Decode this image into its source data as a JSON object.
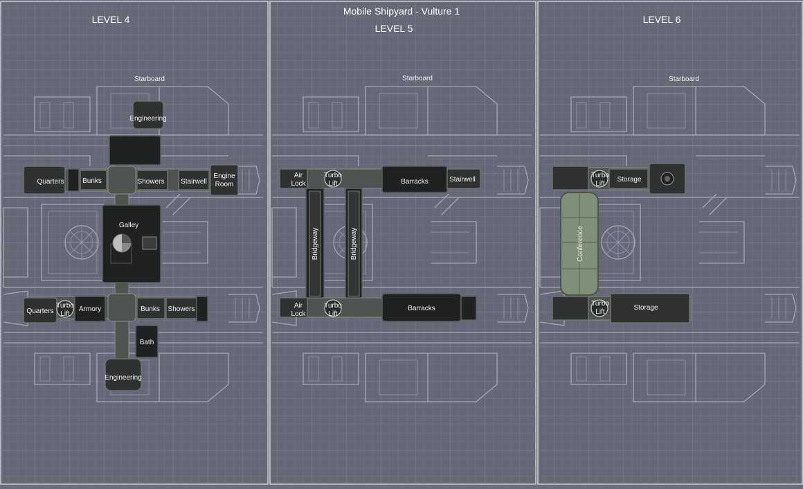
{
  "main_title": "Mobile Shipyard - Vulture 1",
  "colors": {
    "background": "#666777",
    "grid": "#7b7c8b",
    "ship_outline": "#a7a9b4",
    "room_fill": "#2f3231",
    "conference_fill": "#7f8f78",
    "label": "#f3f3f3"
  },
  "levels": [
    {
      "title": "LEVEL 4",
      "orientation_label": "Starboard",
      "rooms": {
        "engineering_top": "Engineering",
        "quarters_top": "Quarters",
        "bunks_top": "Bunks",
        "showers_top": "Showers",
        "stairwell": "Stairwell",
        "engine_room": [
          "Engine",
          "Room"
        ],
        "galley": "Galley",
        "quarters_bottom": "Quarters",
        "turbo_lift": [
          "Turbo",
          "Lift"
        ],
        "armory": "Armory",
        "bunks_bottom": "Bunks",
        "showers_bottom": "Showers",
        "bath": "Bath",
        "engineering_bottom": "Engineering"
      }
    },
    {
      "title": "LEVEL 5",
      "orientation_label": "Starboard",
      "rooms": {
        "air_lock_top": [
          "Air",
          "Lock"
        ],
        "turbo_lift_top": [
          "Turbo",
          "Lift"
        ],
        "barracks_top": "Barracks",
        "stairwell": "Stairwell",
        "bridgeway_left": "Bridgeway",
        "bridgeway_right": "Bridgeway",
        "air_lock_bottom": [
          "Air",
          "Lock"
        ],
        "turbo_lift_bottom": [
          "Turbo",
          "Lift"
        ],
        "barracks_bottom": "Barracks"
      }
    },
    {
      "title": "LEVEL 6",
      "orientation_label": "Starboard",
      "rooms": {
        "turbo_lift_top": [
          "Turbo",
          "Lift"
        ],
        "storage_top": "Storage",
        "conference": "Conference",
        "turbo_lift_bottom": [
          "Turbo",
          "Lift"
        ],
        "storage_bottom": "Storage"
      }
    }
  ]
}
